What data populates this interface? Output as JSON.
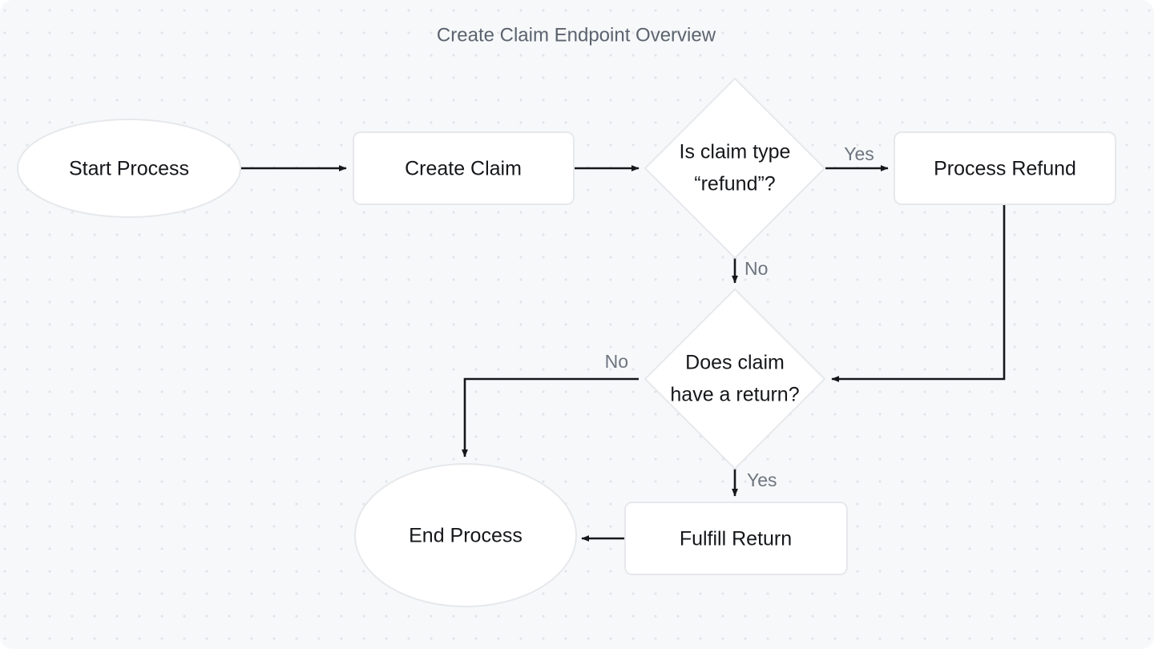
{
  "diagram": {
    "title": "Create Claim Endpoint Overview",
    "type": "flowchart",
    "orientation": "left-to-right with vertical branches",
    "colors": {
      "canvas_background": "#f6f8fa",
      "grid_dot": "#e1e5ea",
      "node_fill": "#ffffff",
      "node_border": "#e6e8eb",
      "node_text": "#15171a",
      "edge_stroke": "#15171a",
      "edge_label_text": "#6e757e",
      "title_text": "#5c636e"
    },
    "nodes": [
      {
        "id": "start",
        "label": "Start Process",
        "shape": "ellipse"
      },
      {
        "id": "create",
        "label": "Create Claim",
        "shape": "rounded-rect"
      },
      {
        "id": "is_refund",
        "label_line1": "Is claim type",
        "label_line2": "“refund”?",
        "shape": "diamond"
      },
      {
        "id": "refund",
        "label": "Process Refund",
        "shape": "rounded-rect"
      },
      {
        "id": "has_return",
        "label_line1": "Does claim",
        "label_line2": "have a return?",
        "shape": "diamond"
      },
      {
        "id": "fulfill",
        "label": "Fulfill Return",
        "shape": "rounded-rect"
      },
      {
        "id": "end",
        "label": "End Process",
        "shape": "ellipse"
      }
    ],
    "edges": [
      {
        "from": "start",
        "to": "create",
        "label": ""
      },
      {
        "from": "create",
        "to": "is_refund",
        "label": ""
      },
      {
        "from": "is_refund",
        "to": "refund",
        "label": "Yes"
      },
      {
        "from": "is_refund",
        "to": "has_return",
        "label": "No"
      },
      {
        "from": "refund",
        "to": "has_return",
        "label": ""
      },
      {
        "from": "has_return",
        "to": "end",
        "label": "No"
      },
      {
        "from": "has_return",
        "to": "fulfill",
        "label": "Yes"
      },
      {
        "from": "fulfill",
        "to": "end",
        "label": ""
      }
    ],
    "edge_labels": {
      "refund_yes": "Yes",
      "refund_no": "No",
      "return_no": "No",
      "return_yes": "Yes"
    }
  }
}
